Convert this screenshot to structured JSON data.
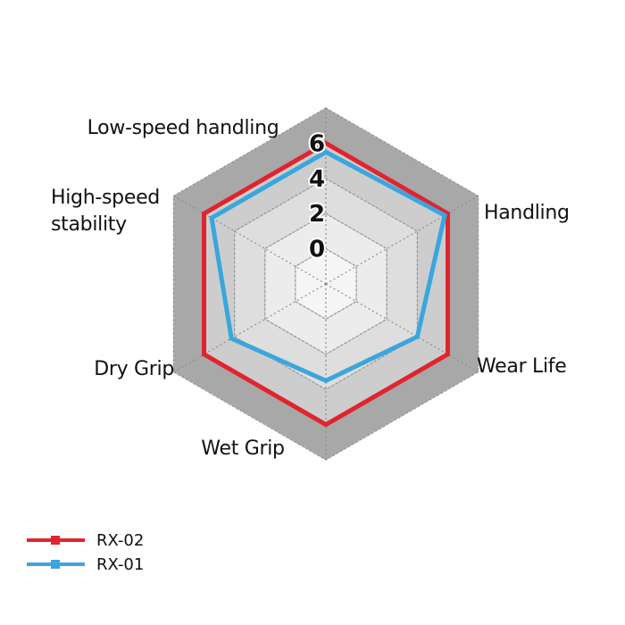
{
  "chart_data": {
    "type": "radar",
    "axes": [
      "Low-speed handling",
      "Handling",
      "Wear Life",
      "Wet Grip",
      "Dry Grip",
      "High-speed stability"
    ],
    "axis_label_lines": [
      [
        "Low-speed handling"
      ],
      [
        "Handling"
      ],
      [
        "Wear Life"
      ],
      [
        "Wet Grip"
      ],
      [
        "Dry Grip"
      ],
      [
        "High-speed",
        "stability"
      ]
    ],
    "range": [
      -2,
      8
    ],
    "ticks": [
      "0",
      "2",
      "4",
      "6"
    ],
    "series": [
      {
        "name": "RX-02",
        "color": "#e0242f",
        "values": [
          6,
          6,
          6,
          6,
          6,
          6
        ]
      },
      {
        "name": "RX-01",
        "color": "#3aa6dd",
        "values": [
          5.5,
          5.8,
          4.0,
          3.5,
          4.2,
          5.5
        ]
      }
    ],
    "band_colors": [
      "#a8a8a8",
      "#cdcdcd",
      "#dedede",
      "#ececec",
      "#f5f5f5"
    ],
    "grid": true,
    "legend_position": "bottom-left"
  }
}
